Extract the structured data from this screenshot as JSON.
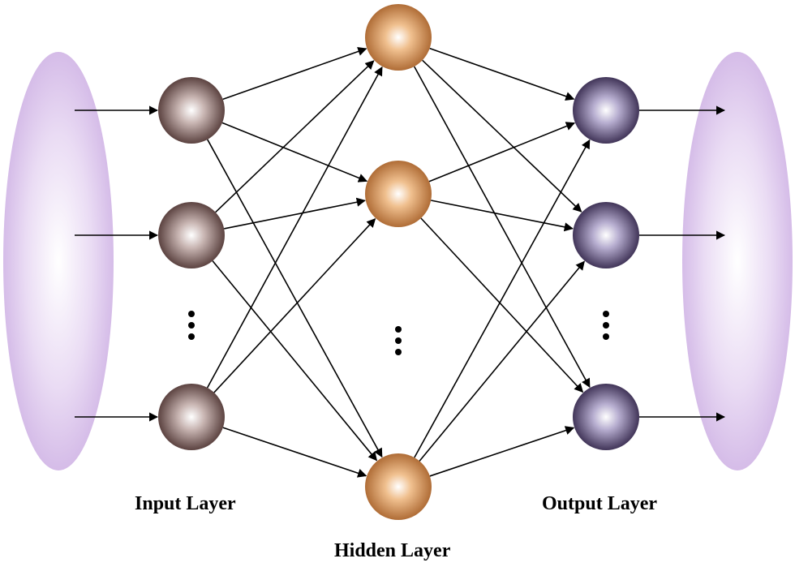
{
  "diagram": {
    "type": "neural-network",
    "labels": {
      "input": "Input Layer",
      "hidden": "Hidden Layer",
      "output": "Output Layer"
    },
    "layers": {
      "input": {
        "visible_nodes": 3,
        "has_ellipsis": true,
        "color": "#5a3d3b"
      },
      "hidden": {
        "visible_nodes": 3,
        "has_ellipsis": true,
        "color": "#b8733a"
      },
      "output": {
        "visible_nodes": 3,
        "has_ellipsis": true,
        "color": "#3b2d55"
      }
    },
    "connectivity": "fully-connected",
    "input_blob_color": "#d9c4ea",
    "output_blob_color": "#d9c4ea",
    "edge_color": "#000000"
  }
}
